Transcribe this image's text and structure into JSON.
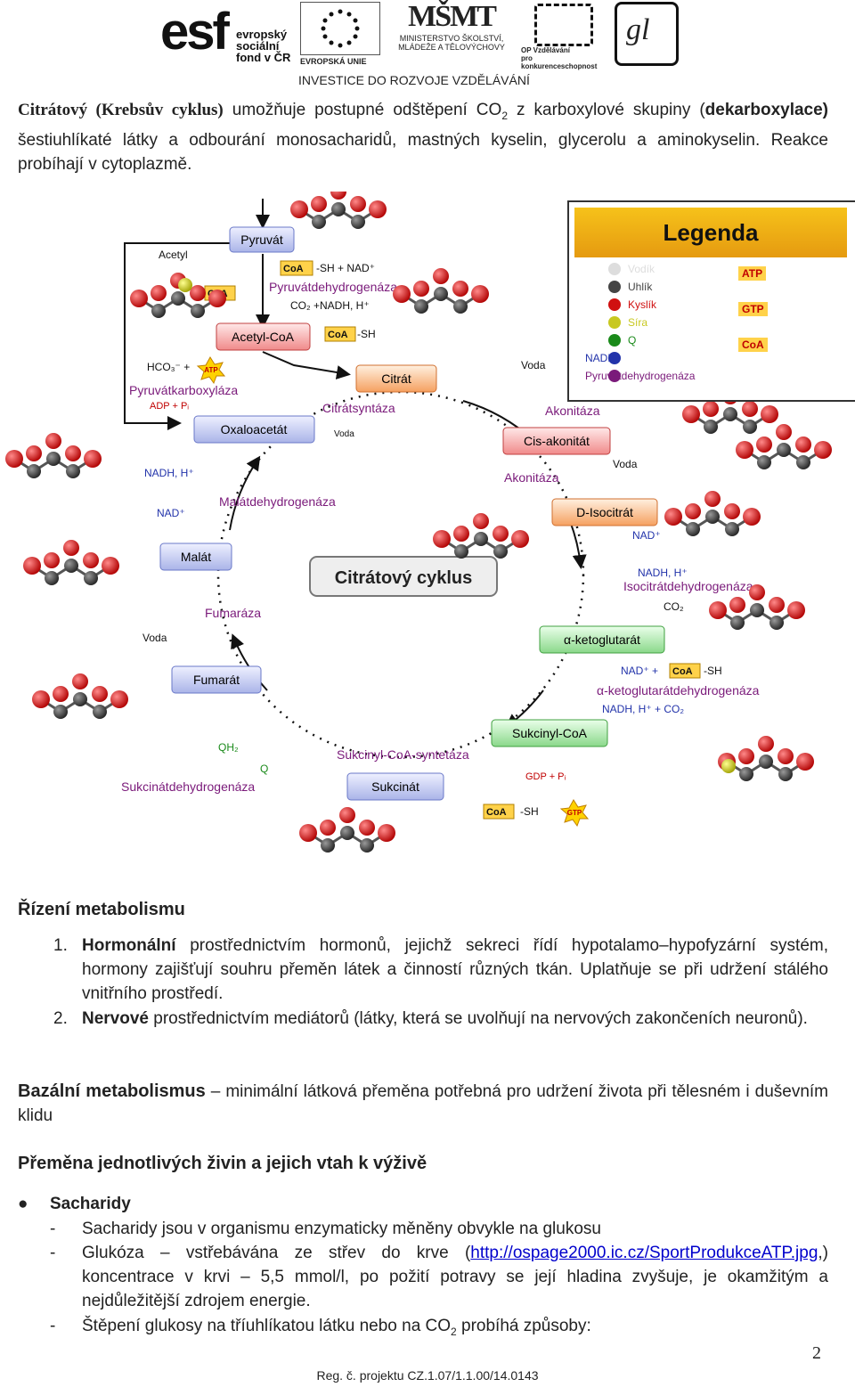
{
  "header": {
    "esf_mark": "esf",
    "esf_text": "evropský\nsociální\nfond v ČR",
    "eu_label": "EVROPSKÁ UNIE",
    "msmt_mark": "MŠMT",
    "msmt_label_1": "MINISTERSTVO ŠKOLSTVÍ,",
    "msmt_label_2": "MLÁDEŽE A TĚLOVÝCHOVY",
    "op_label_1": "OP Vzdělávání",
    "op_label_2": "pro konkurenceschopnost",
    "gl_mark": "gl",
    "caption": "INVESTICE DO ROZVOJE VZDĚLÁVÁNÍ"
  },
  "intro": {
    "title": "Citrátový (Krebsův cyklus)",
    "text_1": " umožňuje postupné odštěpení CO",
    "sub": "2",
    "text_2": " z karboxylové skupiny (",
    "bold": "dekarboxylace)",
    "text_3": " šestiuhlíkaté látky a odbourání monosacharidů, mastných kyselin, glycerolu a aminokyselin. Reakce probíhají v cytoplazmě."
  },
  "diagram": {
    "center_title": "Citrátový cyklus",
    "legend_title": "Legenda",
    "legend_items": [
      {
        "label": "Vodík",
        "color": "#dddddd"
      },
      {
        "label": "Uhlík",
        "color": "#444444"
      },
      {
        "label": "Kyslík",
        "color": "#d01010"
      },
      {
        "label": "Síra",
        "color": "#c8c820"
      },
      {
        "label": "Q",
        "color": "#1a8a1a"
      },
      {
        "label": "NADH",
        "color": "#2233aa"
      },
      {
        "label": "Pyruvátdehydrogenáza",
        "color": "#7a1a7a"
      }
    ],
    "legend_right": [
      {
        "label": "ATP"
      },
      {
        "label": "GTP"
      },
      {
        "label": "CoA"
      }
    ],
    "metabolites": {
      "pyruvat": "Pyruvát",
      "acetyl_coa": "Acetyl-CoA",
      "citrat": "Citrát",
      "cis_akonitat": "Cis-akonitát",
      "d_isocitrat": "D-Isocitrát",
      "a_ketoglutarat": "α-ketoglutarát",
      "sukcinyl_coa": "Sukcinyl-CoA",
      "sukcinat": "Sukcinát",
      "fumarat": "Fumarát",
      "malat": "Malát",
      "oxaloacetat": "Oxaloacetát"
    },
    "enzymes": {
      "pyruvatdehydrogenaza": "Pyruvátdehydrogenáza",
      "pyruvatkarboxylaza": "Pyruvátkarboxyláza",
      "citratsyntaza": "Citrátsyntáza",
      "akonitaza_1": "Akonitáza",
      "akonitaza_2": "Akonitáza",
      "isocitratdehydrogenaza": "Isocitrátdehydrogenáza",
      "aketoglutaratdehydrogenaza": "α-ketoglutarátdehydrogenáza",
      "sukcinylcoa_syntetaza": "Sukcinyl-CoA-syntetáza",
      "sukcinatdehydrogenaza": "Sukcinátdehydrogenáza",
      "fumaraza": "Fumaráza",
      "malatdehydrogenaza": "Malátdehydrogenáza"
    },
    "cofactors": {
      "acetyl": "Acetyl",
      "coa": "CoA",
      "sh_nad": "-SH + NAD⁺",
      "co2_nadh": "CO₂ +NADH, H⁺",
      "coa_sh": "-SH",
      "hco3": "HCO₃⁻ +",
      "atp": "ATP",
      "gtp": "GTP",
      "adp_pi": "ADP + Pᵢ",
      "gdp_pi": "GDP + Pᵢ",
      "voda": "Voda",
      "nadh_h": "NADH, H⁺",
      "nad": "NAD⁺",
      "nad_plus": "NAD⁺ +",
      "nadh_h_co2": "NADH, H⁺ + CO₂",
      "co2": "CO₂",
      "qh2": "QH₂",
      "q": "Q"
    }
  },
  "rizeni": {
    "heading": "Řízení metabolismu",
    "items": [
      {
        "num": "1.",
        "bold": "Hormonální",
        "text": " prostřednictvím hormonů, jejichž sekreci řídí hypotalamo–hypofyzární systém, hormony zajišťují souhru přeměn látek a činností různých tkán. Uplatňuje se při udržení stálého vnitřního prostředí."
      },
      {
        "num": "2.",
        "bold": "Nervové",
        "text": " prostřednictvím mediátorů (látky, která se uvolňují na nervových zakončeních neuronů)."
      }
    ]
  },
  "bazalni": {
    "bold": "Bazální metabolismus",
    "text": " – minimální látková přeměna potřebná pro udržení života při tělesném i duševním klidu"
  },
  "premena": {
    "heading": "Přeměna jednotlivých živin a jejich vtah k výživě",
    "bullet": "Sacharidy",
    "dash_items": [
      {
        "text": "Sacharidy jsou v organismu enzymaticky měněny obvykle na glukosu"
      },
      {
        "text_before": "Glukóza – vstřebávána ze střev do krve (",
        "link": "http://ospage2000.ic.cz/SportProdukceATP.jpg",
        "text_after": ",) koncentrace v krvi – 5,5 mmol/l, po požití potravy se její hladina zvyšuje, je okamžitým a nejdůležitější zdrojem energie."
      },
      {
        "text_before": "Štěpení glukosy na tříuhlíkatou látku nebo na CO",
        "sub": "2",
        "text_after": " probíhá způsoby:"
      }
    ]
  },
  "footer": {
    "project": "Reg. č. projektu CZ.1.07/1.1.00/14.0143",
    "page": "2"
  }
}
